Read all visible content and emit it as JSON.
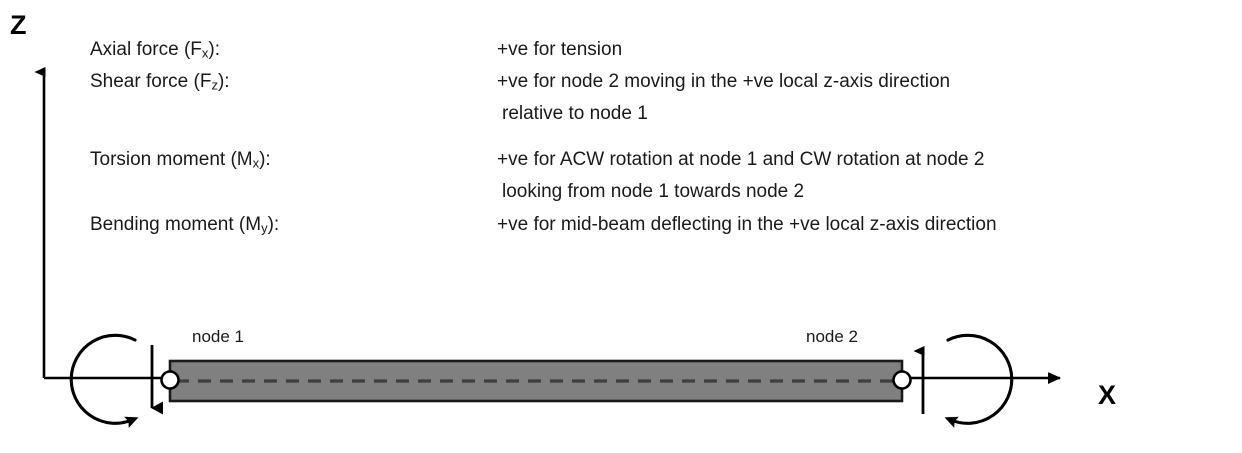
{
  "figure": {
    "axes": {
      "z_label": "Z",
      "x_label": "X"
    },
    "beam": {
      "node1_label": "node 1",
      "node2_label": "node 2"
    },
    "legend_rows": [
      {
        "term": "Axial force (F",
        "term_sub": "x",
        "term_tail": "):",
        "description": "+ve for tension"
      },
      {
        "term": "Shear force (F",
        "term_sub": "z",
        "term_tail": "):",
        "description": "+ve for node 2 moving in the +ve local z-axis direction",
        "description_cont": "relative to node 1"
      },
      {
        "term": "Torsion moment (M",
        "term_sub": "x",
        "term_tail": "):",
        "description": "+ve for ACW rotation at node 1 and CW rotation at node 2",
        "description_cont": "looking from node 1 towards node 2"
      },
      {
        "term": "Bending moment (M",
        "term_sub": "y",
        "term_tail": "):",
        "description": "+ve for mid-beam deflecting in the +ve local z-axis direction"
      }
    ],
    "colors": {
      "beam_fill": "#808080",
      "beam_stroke": "#1a1a1a",
      "centerline": "#4d4d4d",
      "text": "#1a1a1a",
      "axis": "#000000"
    }
  }
}
